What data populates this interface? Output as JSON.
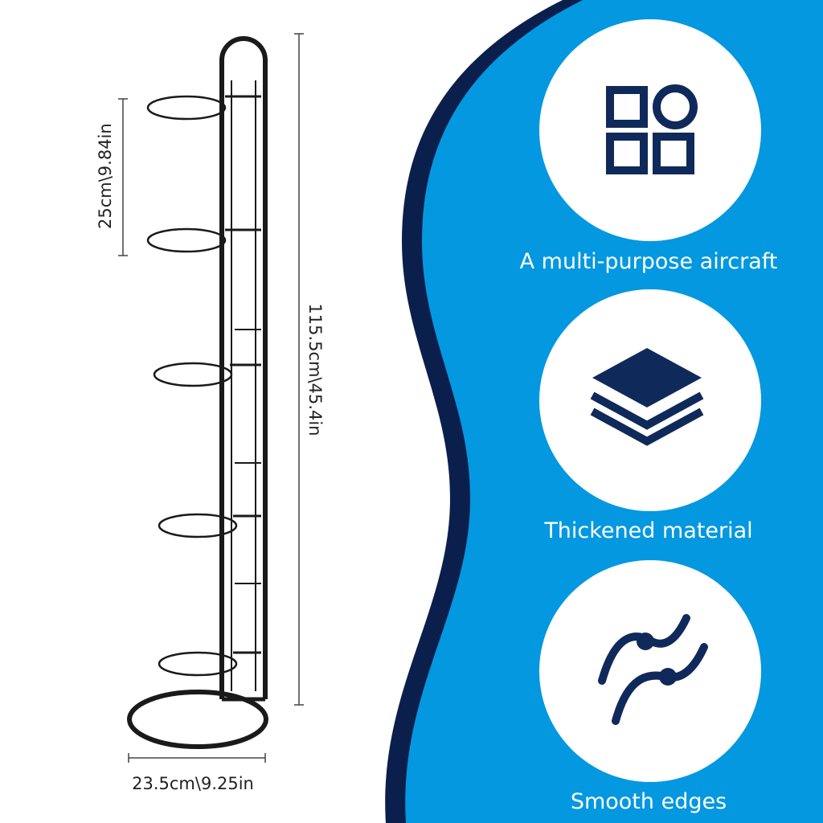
{
  "dimensions": {
    "spacing": "25cm\\9.84in",
    "height": "115.5cm\\45.4in",
    "width": "23.5cm\\9.25in"
  },
  "features": [
    {
      "label": "A multi-purpose aircraft",
      "icon": "shapes-grid-icon"
    },
    {
      "label": "Thickened material",
      "icon": "layers-icon"
    },
    {
      "label": "Smooth edges",
      "icon": "curved-edges-icon"
    }
  ],
  "colors": {
    "panel_blue": "#0498e0",
    "outline_navy": "#0b1f4d",
    "icon_navy": "#0f2a5a",
    "rack_black": "#1a1a1a"
  }
}
